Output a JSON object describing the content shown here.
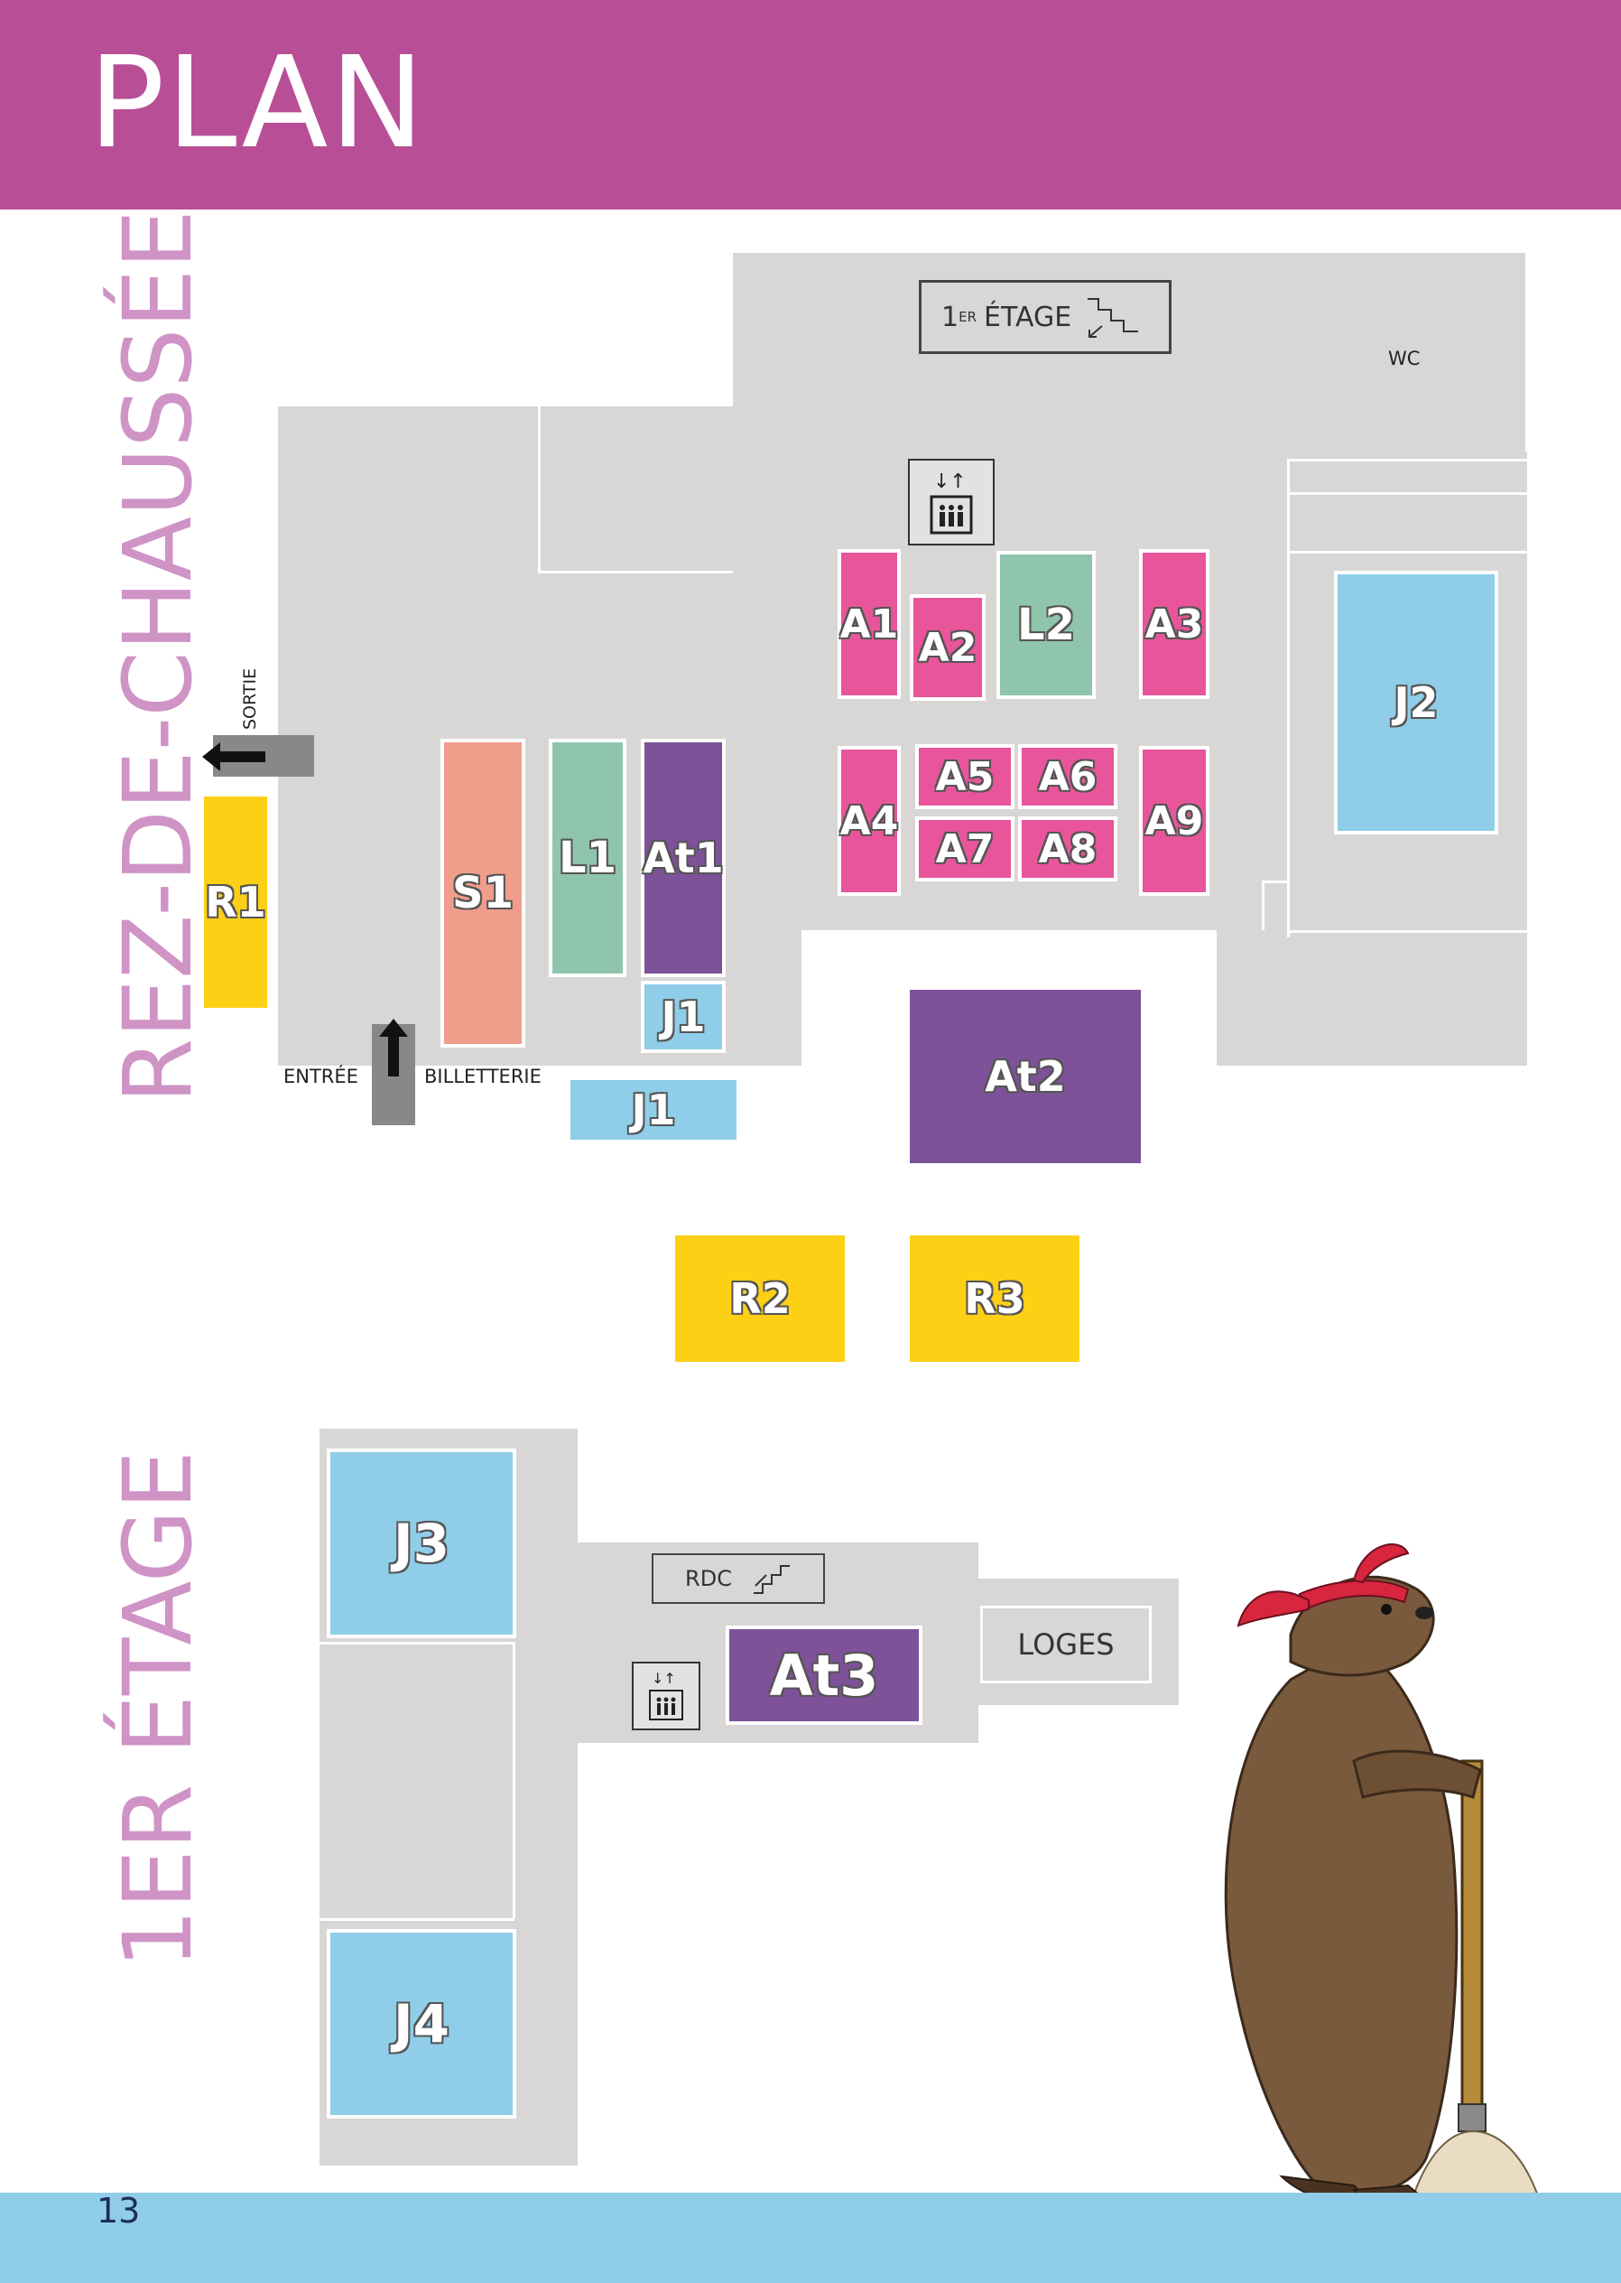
{
  "header": {
    "title": "PLAN"
  },
  "floors": {
    "ground": "REZ-DE-CHAUSSÉE",
    "first": "1ER ÉTAGE"
  },
  "signs": {
    "to_first_floor_sup": "ER",
    "to_first_floor": "1",
    "to_first_floor_word": "ÉTAGE",
    "to_ground": "RDC",
    "wc": "WC",
    "loges": "LOGES",
    "sortie": "SORTIE",
    "entree": "ENTRÉE",
    "billetterie": "BILLETTERIE"
  },
  "zones": {
    "A1": "A1",
    "A2": "A2",
    "A3": "A3",
    "A4": "A4",
    "A5": "A5",
    "A6": "A6",
    "A7": "A7",
    "A8": "A8",
    "A9": "A9",
    "L1": "L1",
    "L2": "L2",
    "At1": "At1",
    "At2": "At2",
    "At3": "At3",
    "J1": "J1",
    "J2": "J2",
    "J3": "J3",
    "J4": "J4",
    "R1": "R1",
    "R2": "R2",
    "R3": "R3",
    "S1": "S1"
  },
  "colors": {
    "header": "#b84f96",
    "floor": "#d9d7d6",
    "pink": "#e8559a",
    "green": "#8fc5ac",
    "purple": "#7d5299",
    "blue": "#8fcde8",
    "yellow": "#fdd016",
    "salmon": "#f19d8c"
  },
  "illustration": "marmot-with-mop-icon",
  "footer": {
    "page_number": "13"
  }
}
